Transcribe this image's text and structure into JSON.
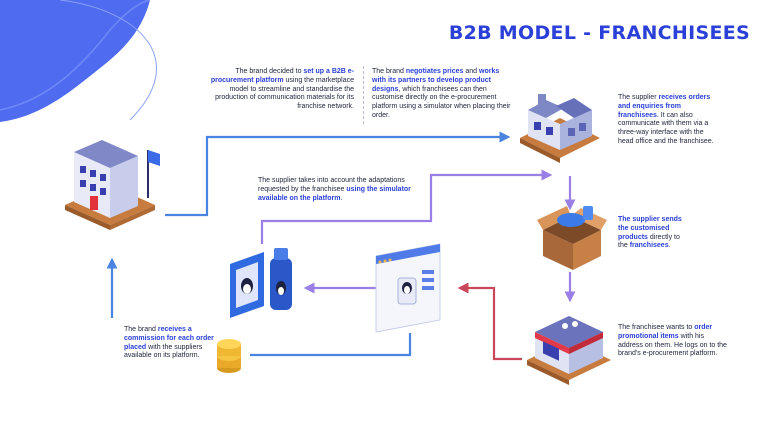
{
  "title": "B2B MODEL - FRANCHISEES",
  "steps": {
    "s1": {
      "t1": "The brand decided to ",
      "b1": "set up a B2B e-procurement platform",
      "t2": " using the marketplace model to streamline and standardise the production of communication materials for its franchise network."
    },
    "s2": {
      "t1": "The brand ",
      "b1": "negotiates prices",
      "t2": " and ",
      "b2": "works with its partners to develop product designs",
      "t3": ", which franchisees can then customise directly on the e-procurement platform using a simulator when placing their order."
    },
    "s3": {
      "t1": "The supplier ",
      "b1": "receives orders and enquiries from franchisees",
      "t2": ". It can also communicate with them via a three-way interface with the head office and the franchisee."
    },
    "s4": {
      "b1": "The supplier sends the customised products",
      "t1": " directly to the ",
      "b2": "franchisees",
      "t2": "."
    },
    "s5": {
      "t1": "The franchisee wants to ",
      "b1": "order promotional items",
      "t2": " with his address on them. He logs on to the brand's e-procurement platform."
    },
    "s6": {
      "t1": "The supplier takes into account the adaptations requested by the franchisee ",
      "b1": "using the simulator available on the platform",
      "t2": "."
    },
    "s7": {
      "t1": "The brand ",
      "b1": "receives a commission for each order placed",
      "t2": " with the suppliers available on its platform."
    }
  },
  "colors": {
    "accent": "#2b40d8",
    "blob": "#4f6bf0",
    "arrow_blue": "#4a84e0",
    "arrow_purple": "#9a7fe6",
    "arrow_red": "#c8475a"
  },
  "icons": [
    "brand-headquarters-icon",
    "factory-icon",
    "shipping-box-icon",
    "franchise-shop-icon",
    "simulator-screen-icon",
    "promotional-items-icon",
    "gold-coins-icon"
  ]
}
